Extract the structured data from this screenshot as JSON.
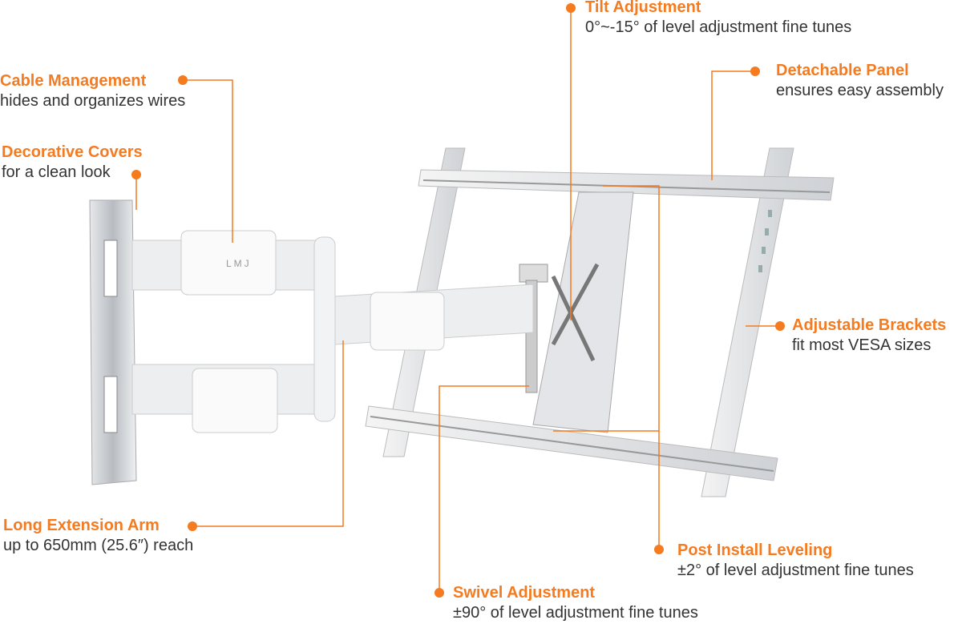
{
  "accent_color": "#f47b20",
  "logo_text": "LMJ",
  "callouts": {
    "tilt": {
      "title": "Tilt Adjustment",
      "desc": "0°~-15° of level adjustment fine tunes"
    },
    "cable": {
      "title": "Cable Management",
      "desc": "hides and organizes wires"
    },
    "covers": {
      "title": "Decorative Covers",
      "desc": "for a clean look"
    },
    "panel": {
      "title": "Detachable Panel",
      "desc": "ensures easy assembly"
    },
    "brackets": {
      "title": "Adjustable Brackets",
      "desc": "fit most VESA sizes"
    },
    "arm": {
      "title": "Long Extension Arm",
      "desc": "up to 650mm (25.6″) reach"
    },
    "leveling": {
      "title": "Post Install Leveling",
      "desc": "±2° of level adjustment fine tunes"
    },
    "swivel": {
      "title": "Swivel Adjustment",
      "desc": "±90° of level adjustment fine tunes"
    }
  }
}
